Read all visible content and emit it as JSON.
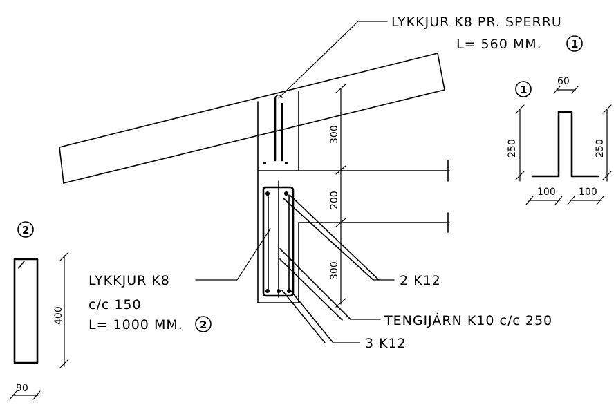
{
  "labels": {
    "top_line1": "LYKKJUR K8 PR. SPERRU",
    "top_line2": "L= 560 MM.",
    "top_marker": "1",
    "left_line1": "LYKKJUR K8",
    "left_line2": "c/c 150",
    "left_line3": "L= 1000 MM.",
    "left_marker": "2",
    "right_2k12": "2 K12",
    "right_tengi": "TENGIJÁRN K10 c/c 250",
    "right_3k12": "3 K12"
  },
  "dimensions": {
    "wall_top": "300",
    "wall_mid": "200",
    "wall_bottom": "300",
    "detail1_width": "60",
    "detail1_left_height": "250",
    "detail1_right_height": "250",
    "detail1_left_leg": "100",
    "detail1_right_leg": "100",
    "detail2_height": "400",
    "detail2_width": "90"
  },
  "detail_markers": {
    "detail1": "1",
    "detail2": "2"
  }
}
